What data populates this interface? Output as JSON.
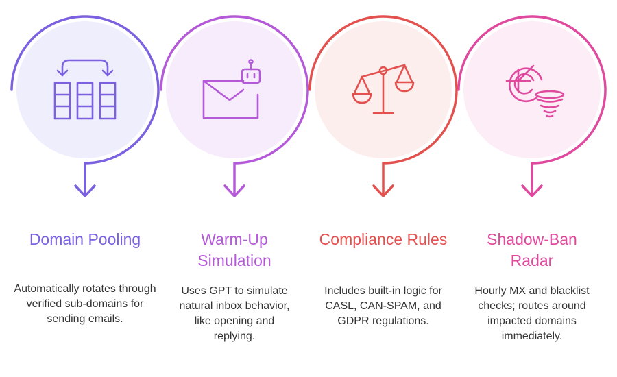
{
  "colors": {
    "purple": "#7b61e0",
    "violet": "#b45ad8",
    "red": "#e3514f",
    "pink": "#e04a9e"
  },
  "steps": [
    {
      "title": "Domain Pooling",
      "description": "Automatically rotates through verified sub-domains for sending emails.",
      "icon": "domain-rotation-icon",
      "color": "#7b61e0",
      "fill": "#efeefc"
    },
    {
      "title": "Warm-Up Simulation",
      "description": "Uses GPT to simulate natural inbox behavior, like opening and replying.",
      "icon": "envelope-robot-icon",
      "color": "#b45ad8",
      "fill": "#f7ecfb"
    },
    {
      "title": "Compliance Rules",
      "description": "Includes built-in logic for CASL, CAN-SPAM, and GDPR regulations.",
      "icon": "scales-icon",
      "color": "#e3514f",
      "fill": "#fdeeee"
    },
    {
      "title": "Shadow-Ban Radar",
      "description": "Hourly MX and blacklist checks; routes around impacted domains immediately.",
      "icon": "radar-tornado-icon",
      "color": "#e04a9e",
      "fill": "#fcedf6"
    }
  ]
}
